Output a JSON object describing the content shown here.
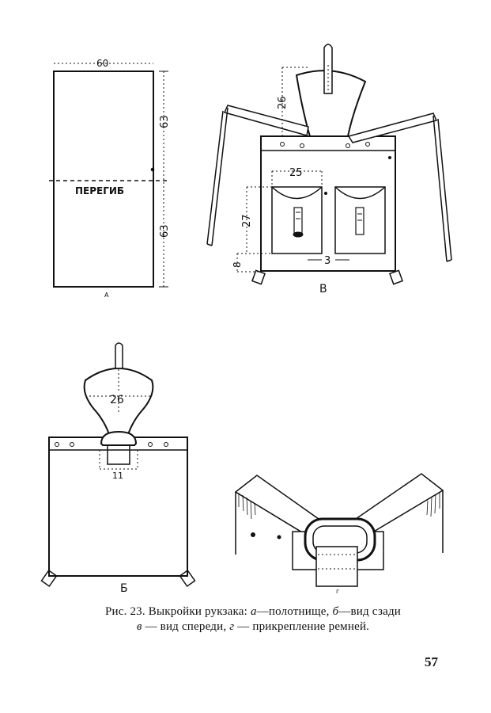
{
  "figure": {
    "a": {
      "label": "A",
      "width": "60",
      "height_top": "63",
      "height_bottom": "63",
      "fold": "ПЕРЕГИБ"
    },
    "v": {
      "label": "В",
      "flap": "26",
      "pocket_w": "25",
      "pocket_h": "27",
      "bottom": "8",
      "gap": "3"
    },
    "b": {
      "label": "Б",
      "flap": "26",
      "strap": "11"
    },
    "g": {
      "label": "г"
    }
  },
  "caption": {
    "line1_prefix": "Рис. 23. Выкройки рукзака: ",
    "a_letter": "а",
    "line1_a": "—полотнище, ",
    "b_letter": "б",
    "line1_b": "—вид сзади",
    "v_letter": "в",
    "line2_v": " — вид спереди, ",
    "g_letter": "г",
    "line2_g": " — прикрепление ремней."
  },
  "page_number": "57"
}
